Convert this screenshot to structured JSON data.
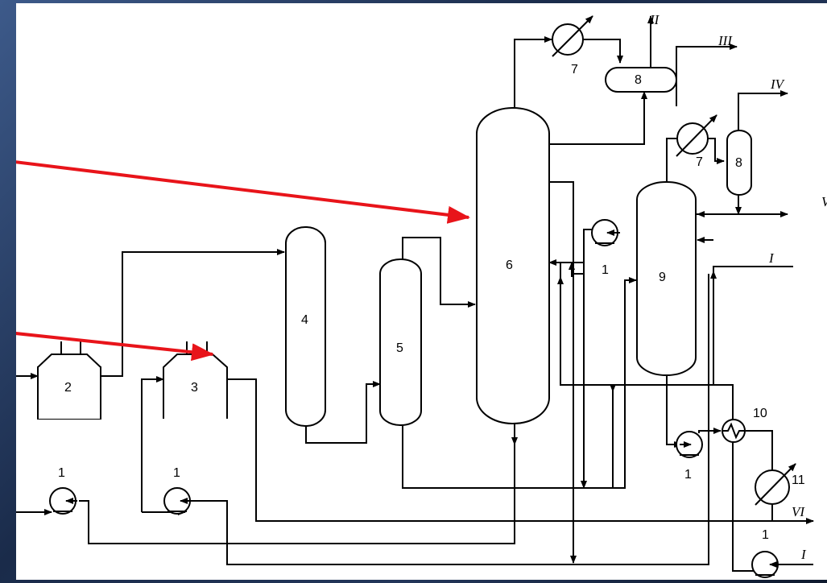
{
  "labels": {
    "pump": "1",
    "tank_2": "2",
    "tank_3": "3",
    "column_4": "4",
    "column_5": "5",
    "column_6": "6",
    "cooler": "7",
    "separator": "8",
    "column_9": "9",
    "heat_exchanger": "10",
    "cooler_11": "11"
  },
  "streams": {
    "I": "I",
    "II": "II",
    "III": "III",
    "IV": "IV",
    "V": "V",
    "VI": "VI"
  },
  "colors": {
    "line": "#000000",
    "pointer_arrow": "#e8141a",
    "frame": "#1c2233"
  }
}
